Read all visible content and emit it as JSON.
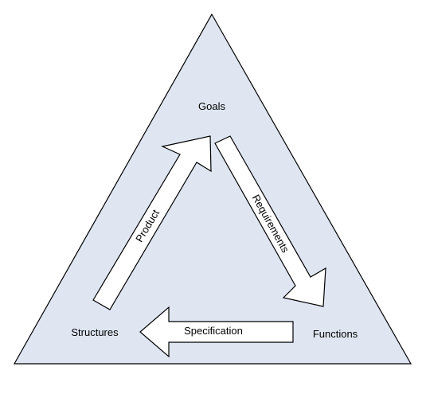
{
  "diagram": {
    "nodes": {
      "goals": "Goals",
      "structures": "Structures",
      "functions": "Functions"
    },
    "arrows": {
      "requirements": "Requirements",
      "specification": "Specification",
      "product": "Product"
    },
    "colors": {
      "triangle_fill": "#dfe6f2",
      "stroke": "#000000",
      "arrow_fill": "#ffffff"
    }
  }
}
